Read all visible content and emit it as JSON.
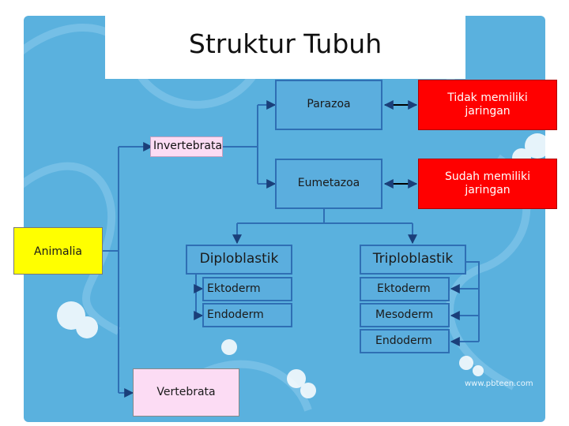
{
  "title": "Struktur Tubuh",
  "nodes": {
    "parazoa": "Parazoa",
    "tidak_memiliki": "Tidak memiliki jaringan",
    "invertebrata": "Invertebrata",
    "eumetazoa": "Eumetazoa",
    "sudah_memiliki": "Sudah memiliki jaringan",
    "animalia": "Animalia",
    "diploblastik": "Diploblastik",
    "triploblastik": "Triploblastik",
    "diplo_ektoderm": "Ektoderm",
    "diplo_endoderm": "Endoderm",
    "triplo_ektoderm": "Ektoderm",
    "triplo_mesoderm": "Mesoderm",
    "triplo_endoderm": "Endoderm",
    "vertebrata": "Vertebrata"
  },
  "watermark": "www.pbteen.com",
  "colors": {
    "background": "#5ab1de",
    "pink_box": "#fcdcf4",
    "yellow_box": "#ffff00",
    "red_box": "#ff0000",
    "blue_box": "#5baede",
    "connector": "#2f6fb4"
  }
}
